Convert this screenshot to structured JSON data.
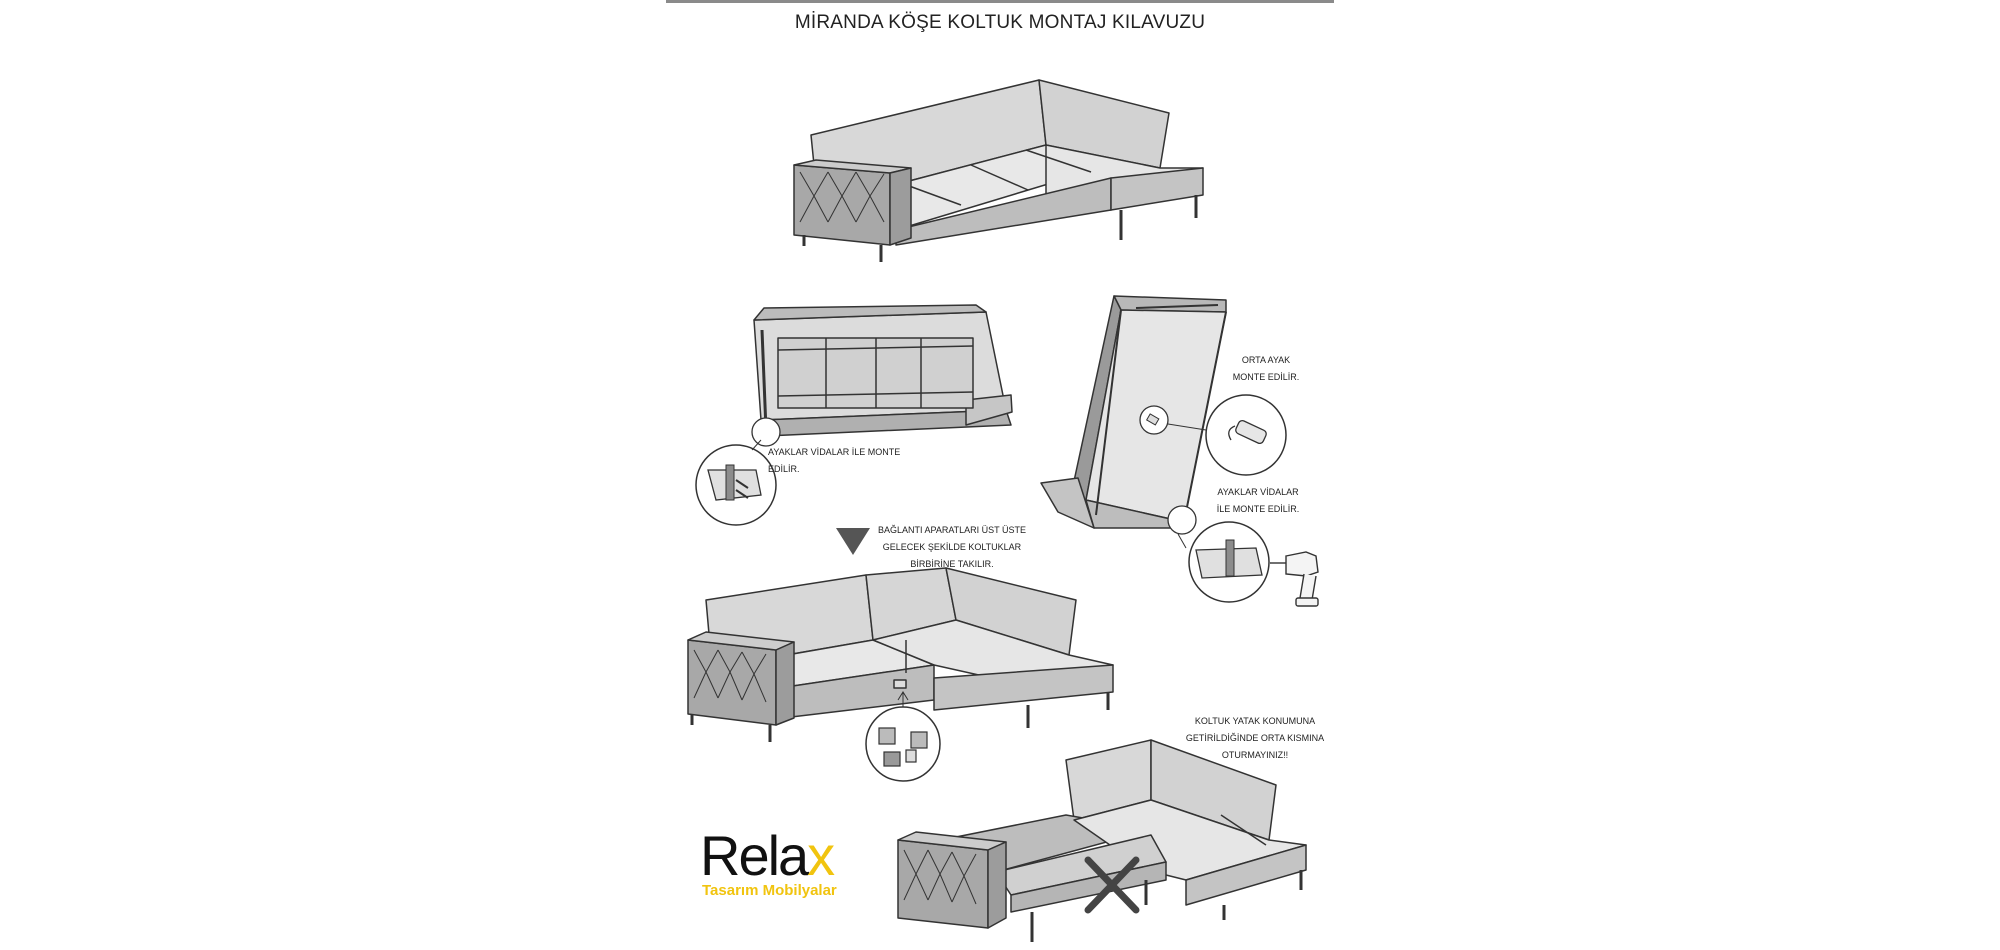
{
  "document": {
    "title": "MİRANDA KÖŞE KOLTUK MONTAJ KILAVUZU"
  },
  "notes": {
    "legs_left": "AYAKLAR VİDALAR İLE MONTE EDİLİR.",
    "center_leg": "ORTA AYAK\nMONTE EDİLİR.",
    "legs_right": "AYAKLAR VİDALAR\nİLE MONTE EDİLİR.",
    "connectors": "BAĞLANTI APARATLARI ÜST ÜSTE\nGELECEK ŞEKİLDE KOLTUKLAR\nBİRBİRİNE TAKILIR.",
    "warning": "KOLTUK YATAK KONUMUNA\nGETİRİLDİĞİNDE ORTA KISMINA\nOTURMAYINIZ!!"
  },
  "brand": {
    "name_main": "Rela",
    "name_accent": "x",
    "tagline": "Tasarım Mobilyalar",
    "accent_color": "#f1c40f"
  },
  "colors": {
    "line": "#333333",
    "fill_light": "#e6e6e6",
    "fill_mid": "#cfcfcf",
    "fill_dark": "#9a9a9a"
  }
}
